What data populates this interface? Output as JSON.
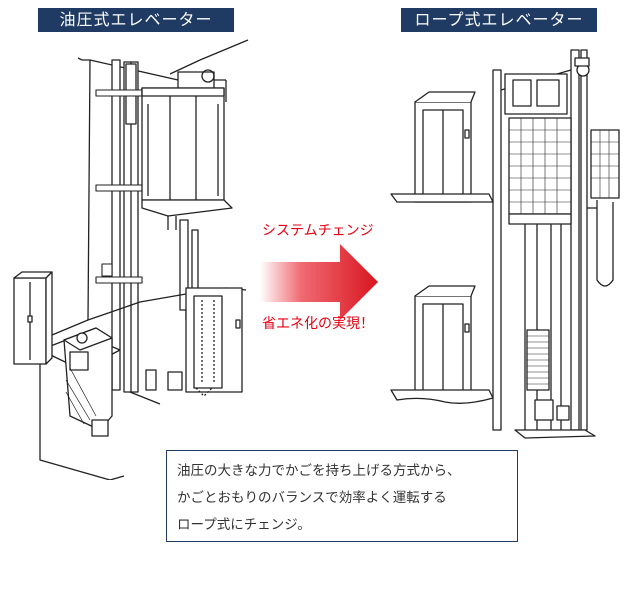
{
  "left_label": "油圧式エレベーター",
  "right_label": "ロープ式エレベーター",
  "arrow_top_text": "システムチェンジ",
  "arrow_bottom_text": "省エネ化の実現！",
  "description": [
    "油圧の大きな力でかごを持ち上げる方式から、",
    "かごとおもりのバランスで効率よく運転する",
    "ロープ式にチェンジ。"
  ],
  "colors": {
    "navy": "#1f3b63",
    "red": "#e60012",
    "arrow_dark": "#c8101e"
  }
}
